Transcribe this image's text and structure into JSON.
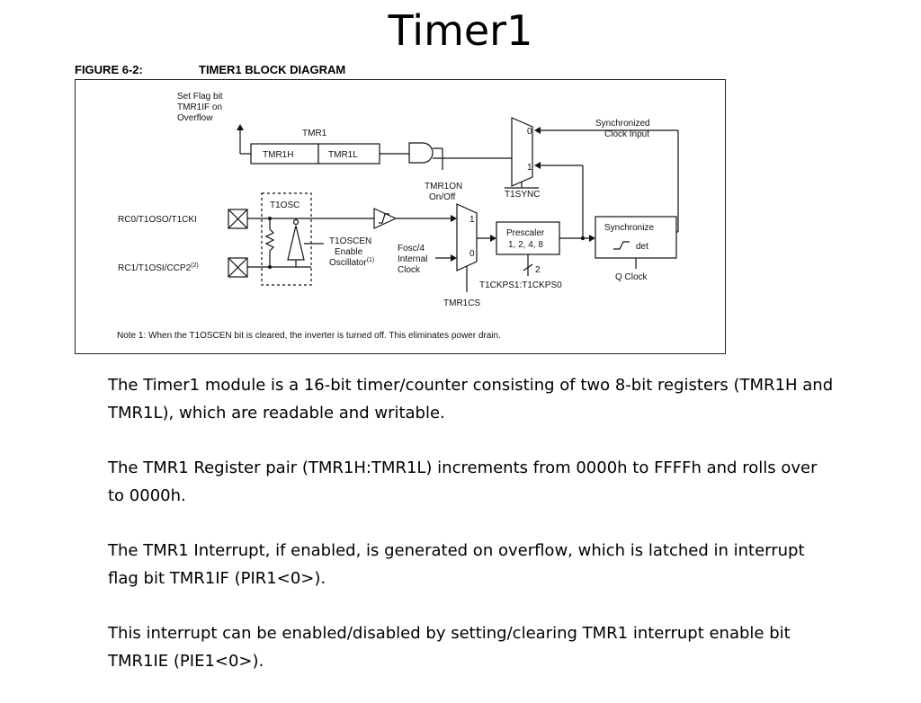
{
  "slide": {
    "title": "Timer1"
  },
  "figure": {
    "number": "FIGURE 6-2:",
    "title": "TIMER1 BLOCK DIAGRAM",
    "labels": {
      "flag_line1": "Set Flag bit",
      "flag_line2": "TMR1IF on",
      "flag_line3": "Overflow",
      "tmr1": "TMR1",
      "tmr1h": "TMR1H",
      "tmr1l": "TMR1L",
      "tmr1on_line1": "TMR1ON",
      "tmr1on_line2": "On/Off",
      "mux_top_0": "0",
      "mux_top_1": "1",
      "t1sync": "T1SYNC",
      "sync_clock_line1": "Synchronized",
      "sync_clock_line2": "Clock Input",
      "t1osc": "T1OSC",
      "rc0": "RC0/T1OSO/T1CKI",
      "rc1": "RC1/T1OSI/CCP2",
      "rc1_sup": "(2)",
      "t1oscen_line1": "T1OSCEN",
      "t1oscen_line2": "Enable",
      "t1oscen_line3": "Oscillator",
      "t1oscen_sup": "(1)",
      "fosc_line1": "Fosc/4",
      "fosc_line2": "Internal",
      "fosc_line3": "Clock",
      "mux_bot_1": "1",
      "mux_bot_0": "0",
      "tmr1cs": "TMR1CS",
      "prescaler_line1": "Prescaler",
      "prescaler_line2": "1, 2, 4, 8",
      "prescaler_bits": "2",
      "t1ckps": "T1CKPS1:T1CKPS0",
      "synchronize": "Synchronize",
      "det": "det",
      "q_clock": "Q Clock"
    },
    "note": "Note 1:  When the T1OSCEN bit is cleared, the inverter is turned off. This eliminates power drain."
  },
  "body": {
    "paragraphs": [
      "The Timer1 module is a 16-bit timer/counter consisting of two 8-bit registers (TMR1H and TMR1L), which are readable and writable.",
      "The TMR1 Register pair (TMR1H:TMR1L) increments from 0000h to FFFFh and rolls over to 0000h.",
      "The TMR1 Interrupt, if enabled, is generated on overflow, which is latched in interrupt flag bit TMR1IF (PIR1<0>).",
      "This interrupt can be enabled/disabled by setting/clearing TMR1 interrupt enable bit TMR1IE (PIE1<0>)."
    ]
  }
}
